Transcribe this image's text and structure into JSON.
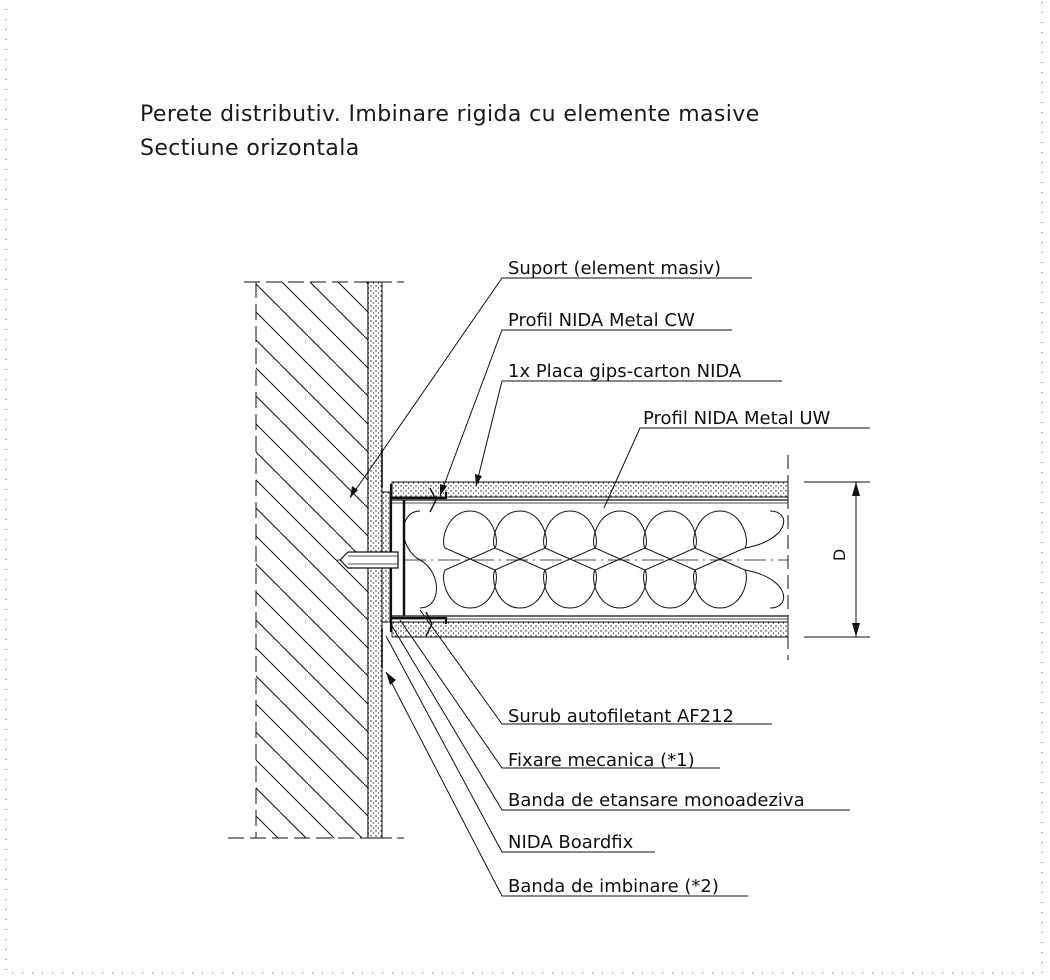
{
  "title": {
    "line1": "Perete distributiv. Imbinare rigida cu elemente masive",
    "line2": "Sectiune orizontala"
  },
  "labels": {
    "suport": "Suport (element masiv)",
    "profil_cw": "Profil NIDA Metal CW",
    "placa": "1x Placa gips-carton NIDA",
    "profil_uw": "Profil NIDA Metal UW",
    "surub": "Surub autofiletant AF212",
    "fixare": "Fixare mecanica (*1)",
    "banda_etansare": "Banda de etansare monoadeziva",
    "boardfix": "NIDA Boardfix",
    "banda_imbinare": "Banda de imbinare (*2)"
  },
  "dimension": {
    "text": "D"
  }
}
